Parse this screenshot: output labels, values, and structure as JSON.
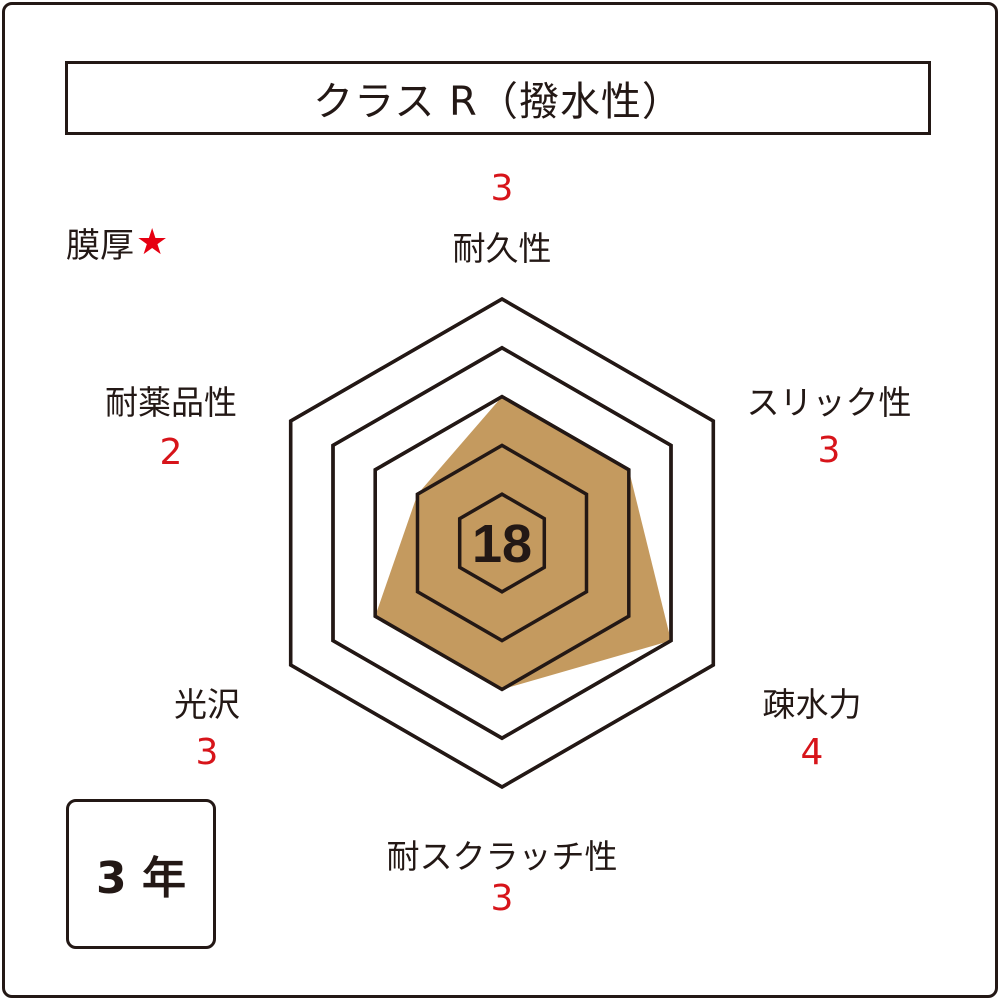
{
  "title": "クラス R（撥水性）",
  "film_thickness": {
    "label": "膜厚",
    "rating_icon": "star-icon",
    "rating": "★"
  },
  "years_badge": "3 年",
  "total_score": "18",
  "colors": {
    "fill": "#c49a5f",
    "line": "#231815",
    "value": "#d7141a",
    "star": "#e60012"
  },
  "axes": [
    {
      "label": "耐久性",
      "value": "3"
    },
    {
      "label": "スリック性",
      "value": "3"
    },
    {
      "label": "疎水力",
      "value": "4"
    },
    {
      "label": "耐スクラッチ性",
      "value": "3"
    },
    {
      "label": "光沢",
      "value": "3"
    },
    {
      "label": "耐薬品性",
      "value": "2"
    }
  ],
  "chart_data": {
    "type": "radar",
    "title": "クラス R（撥水性）",
    "categories": [
      "耐久性",
      "スリック性",
      "疎水力",
      "耐スクラッチ性",
      "光沢",
      "耐薬品性"
    ],
    "values": [
      3,
      3,
      4,
      3,
      3,
      2
    ],
    "total": 18,
    "range": [
      0,
      5
    ],
    "grid_levels": [
      1,
      2,
      3,
      4,
      5
    ],
    "annotations": [
      "膜厚★",
      "3 年"
    ]
  }
}
